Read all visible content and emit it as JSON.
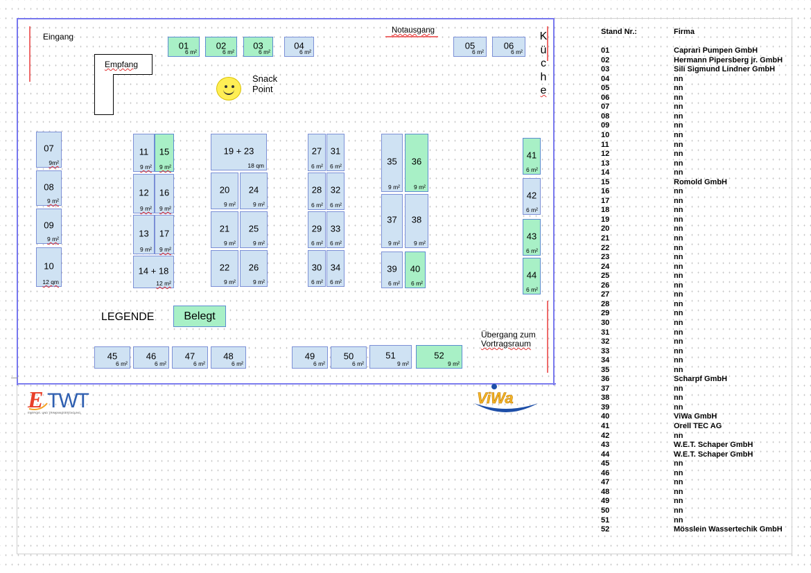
{
  "labels": {
    "eingang": "Eingang",
    "notausgang": "Notausgang",
    "empfang": "Empfang",
    "snack_line1": "Snack",
    "snack_line2": "Point",
    "kueche_letters": [
      "K",
      "ü",
      "c",
      "h",
      "e"
    ],
    "legende": "LEGENDE",
    "belegt": "Belegt",
    "uebergang_line1": "Übergang zum",
    "uebergang_line2": "Vortragsraum"
  },
  "colors": {
    "free_booth": "#cfe2f3",
    "occupied_booth": "#a8f0c6",
    "hall_wall": "#7777ee",
    "door_marker": "#ee6b6b"
  },
  "booths": {
    "b01": {
      "num": "01",
      "size": "6 m²",
      "occupied": true
    },
    "b02": {
      "num": "02",
      "size": "6 m²",
      "occupied": true
    },
    "b03": {
      "num": "03",
      "size": "6 m²",
      "occupied": true
    },
    "b04": {
      "num": "04",
      "size": "6 m²",
      "occupied": false
    },
    "b05": {
      "num": "05",
      "size": "6 m²",
      "occupied": false
    },
    "b06": {
      "num": "06",
      "size": "6 m²",
      "occupied": false
    },
    "b07": {
      "num": "07",
      "size": "9m²",
      "occupied": false
    },
    "b08": {
      "num": "08",
      "size": "9 m²",
      "occupied": false
    },
    "b09": {
      "num": "09",
      "size": "9 m²",
      "occupied": false
    },
    "b10": {
      "num": "10",
      "size": "12 qm",
      "occupied": false
    },
    "b11": {
      "num": "11",
      "size": "9 m²",
      "occupied": false
    },
    "b15": {
      "num": "15",
      "size": "9 m²",
      "occupied": true
    },
    "b12": {
      "num": "12",
      "size": "9 m²",
      "occupied": false
    },
    "b16": {
      "num": "16",
      "size": "9 m²",
      "occupied": false
    },
    "b13": {
      "num": "13",
      "size": "9 m²",
      "occupied": false
    },
    "b17": {
      "num": "17",
      "size": "9 m²",
      "occupied": false
    },
    "b1418": {
      "num": "14 + 18",
      "size": "12 m²",
      "occupied": false
    },
    "b1923": {
      "num": "19  +  23",
      "size": "18 qm",
      "occupied": false
    },
    "b20": {
      "num": "20",
      "size": "9 m²",
      "occupied": false
    },
    "b24": {
      "num": "24",
      "size": "9 m²",
      "occupied": false
    },
    "b21": {
      "num": "21",
      "size": "9 m²",
      "occupied": false
    },
    "b25": {
      "num": "25",
      "size": "9 m²",
      "occupied": false
    },
    "b22": {
      "num": "22",
      "size": "9 m²",
      "occupied": false
    },
    "b26": {
      "num": "26",
      "size": "9 m²",
      "occupied": false
    },
    "b27": {
      "num": "27",
      "size": "6 m²",
      "occupied": false
    },
    "b31": {
      "num": "31",
      "size": "6 m²",
      "occupied": false
    },
    "b28": {
      "num": "28",
      "size": "6 m²",
      "occupied": false
    },
    "b32": {
      "num": "32",
      "size": "6 m²",
      "occupied": false
    },
    "b29": {
      "num": "29",
      "size": "6 m²",
      "occupied": false
    },
    "b33": {
      "num": "33",
      "size": "6 m²",
      "occupied": false
    },
    "b30": {
      "num": "30",
      "size": "6 m²",
      "occupied": false
    },
    "b34": {
      "num": "34",
      "size": "6 m²",
      "occupied": false
    },
    "b35": {
      "num": "35",
      "size": "9 m²",
      "occupied": false
    },
    "b36": {
      "num": "36",
      "size": "9 m²",
      "occupied": true
    },
    "b37": {
      "num": "37",
      "size": "9 m²",
      "occupied": false
    },
    "b38": {
      "num": "38",
      "size": "9 m²",
      "occupied": false
    },
    "b39": {
      "num": "39",
      "size": "6 m²",
      "occupied": false
    },
    "b40": {
      "num": "40",
      "size": "6 m²",
      "occupied": true
    },
    "b41": {
      "num": "41",
      "size": "6 m²",
      "occupied": true
    },
    "b42": {
      "num": "42",
      "size": "6 m²",
      "occupied": false
    },
    "b43": {
      "num": "43",
      "size": "6 m²",
      "occupied": true
    },
    "b44": {
      "num": "44",
      "size": "6 m²",
      "occupied": true
    },
    "b45": {
      "num": "45",
      "size": "6 m²",
      "occupied": false
    },
    "b46": {
      "num": "46",
      "size": "6 m²",
      "occupied": false
    },
    "b47": {
      "num": "47",
      "size": "6 m²",
      "occupied": false
    },
    "b48": {
      "num": "48",
      "size": "6 m²",
      "occupied": false
    },
    "b49": {
      "num": "49",
      "size": "6 m²",
      "occupied": false
    },
    "b50": {
      "num": "50",
      "size": "6 m²",
      "occupied": false
    },
    "b51": {
      "num": "51",
      "size": "9 m²",
      "occupied": false
    },
    "b52": {
      "num": "52",
      "size": "9 m²",
      "occupied": true
    }
  },
  "table": {
    "header_no": "Stand Nr.:",
    "header_firm": "Firma",
    "rows": [
      {
        "no": "01",
        "firm": "Caprari Pumpen GmbH"
      },
      {
        "no": "02",
        "firm": "Hermann Pipersberg jr. GmbH"
      },
      {
        "no": "03",
        "firm": "Sili Sigmund Lindner GmbH"
      },
      {
        "no": "04",
        "firm": "nn"
      },
      {
        "no": "05",
        "firm": "nn"
      },
      {
        "no": "06",
        "firm": "nn"
      },
      {
        "no": "07",
        "firm": "nn"
      },
      {
        "no": "08",
        "firm": "nn"
      },
      {
        "no": "09",
        "firm": "nn"
      },
      {
        "no": "10",
        "firm": "nn"
      },
      {
        "no": "11",
        "firm": "nn"
      },
      {
        "no": "12",
        "firm": "nn"
      },
      {
        "no": "13",
        "firm": "nn"
      },
      {
        "no": "14",
        "firm": "nn"
      },
      {
        "no": "15",
        "firm": "Romold GmbH"
      },
      {
        "no": "16",
        "firm": "nn"
      },
      {
        "no": "17",
        "firm": "nn"
      },
      {
        "no": "18",
        "firm": "nn"
      },
      {
        "no": "19",
        "firm": "nn"
      },
      {
        "no": "20",
        "firm": "nn"
      },
      {
        "no": "21",
        "firm": "nn"
      },
      {
        "no": "22",
        "firm": "nn"
      },
      {
        "no": "23",
        "firm": "nn"
      },
      {
        "no": "24",
        "firm": "nn"
      },
      {
        "no": "25",
        "firm": "nn"
      },
      {
        "no": "26",
        "firm": "nn"
      },
      {
        "no": "27",
        "firm": "nn"
      },
      {
        "no": "28",
        "firm": "nn"
      },
      {
        "no": "29",
        "firm": "nn"
      },
      {
        "no": "30",
        "firm": "nn"
      },
      {
        "no": "31",
        "firm": "nn"
      },
      {
        "no": "32",
        "firm": "nn"
      },
      {
        "no": "33",
        "firm": "nn"
      },
      {
        "no": "34",
        "firm": "nn"
      },
      {
        "no": "35",
        "firm": "nn"
      },
      {
        "no": "36",
        "firm": "Scharpf GmbH"
      },
      {
        "no": "37",
        "firm": "nn"
      },
      {
        "no": "38",
        "firm": "nn"
      },
      {
        "no": "39",
        "firm": "nn"
      },
      {
        "no": "40",
        "firm": "ViWa GmbH"
      },
      {
        "no": "41",
        "firm": "Orell TEC AG"
      },
      {
        "no": "42",
        "firm": "nn"
      },
      {
        "no": "43",
        "firm": "W.E.T. Schaper GmbH"
      },
      {
        "no": "44",
        "firm": "W.E.T. Schaper GmbH"
      },
      {
        "no": "45",
        "firm": "nn"
      },
      {
        "no": "46",
        "firm": "nn"
      },
      {
        "no": "47",
        "firm": "nn"
      },
      {
        "no": "48",
        "firm": "nn"
      },
      {
        "no": "49",
        "firm": "nn"
      },
      {
        "no": "50",
        "firm": "nn"
      },
      {
        "no": "51",
        "firm": "nn"
      },
      {
        "no": "52",
        "firm": "Mösslein Wassertechik GmbH"
      }
    ]
  },
  "logos": {
    "etwt_text": "ETWT",
    "etwt_subtitle": "ENERGIE- UND TRINKWASSERTAGUNG",
    "viwa_text": "ViWa"
  }
}
